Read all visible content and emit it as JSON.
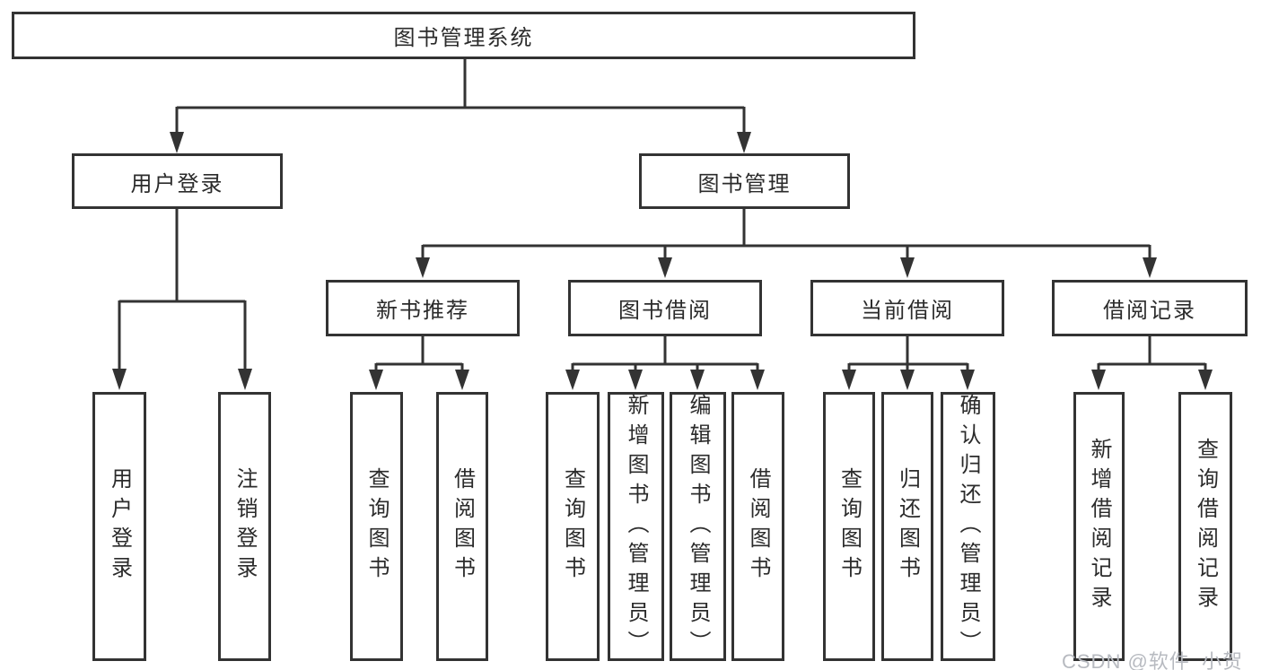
{
  "tree": {
    "root": "图书管理系统",
    "user_login": {
      "label": "用户登录",
      "children": [
        "用户登录",
        "注销登录"
      ]
    },
    "book_management": {
      "label": "图书管理",
      "groups": [
        {
          "label": "新书推荐",
          "children": [
            "查询图书",
            "借阅图书"
          ]
        },
        {
          "label": "图书借阅",
          "children": [
            "查询图书",
            "新增图书（管理员）",
            "编辑图书（管理员）",
            "借阅图书"
          ]
        },
        {
          "label": "当前借阅",
          "children": [
            "查询图书",
            "归还图书",
            "确认归还（管理员）"
          ]
        },
        {
          "label": "借阅记录",
          "children": [
            "新增借阅记录",
            "查询借阅记录"
          ]
        }
      ]
    }
  },
  "watermark": "CSDN @软件_小贺同学",
  "colors": {
    "line": "#333333",
    "box_border": "#333333",
    "text": "#2b2b2b",
    "background": "#ffffff",
    "watermark": "#b7bac0"
  }
}
